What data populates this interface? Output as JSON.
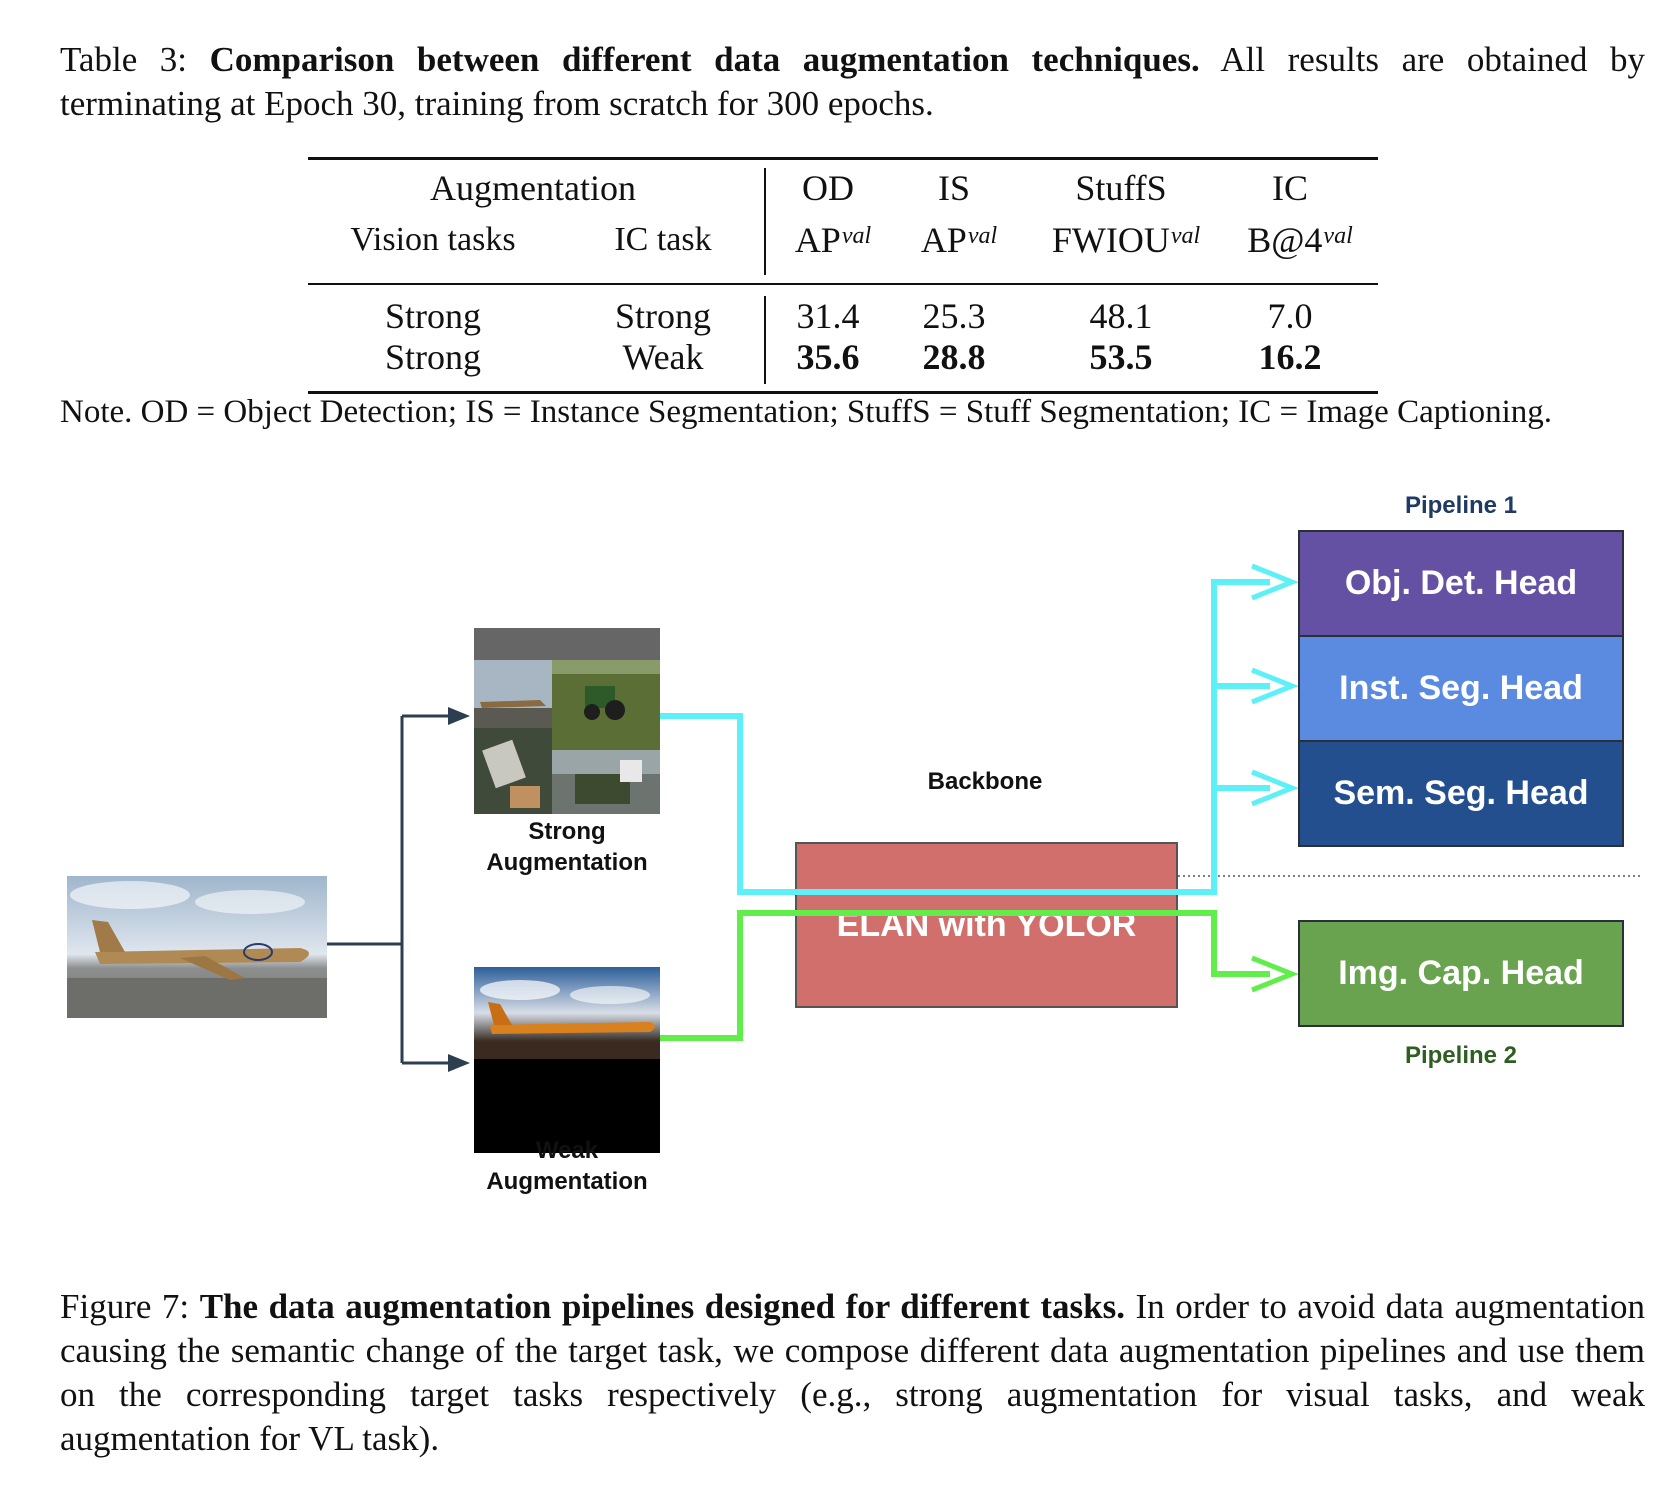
{
  "table_caption": {
    "label": "Table 3:",
    "bold": "Comparison between different data augmentation techniques.",
    "rest": "All results are obtained by terminating at Epoch 30, training from scratch for 300 epochs."
  },
  "table": {
    "group_header": "Augmentation",
    "sub_headers": [
      "Vision tasks",
      "IC task"
    ],
    "metric_groups": [
      "OD",
      "IS",
      "StuffS",
      "IC"
    ],
    "metrics": [
      {
        "base": "AP",
        "sup": "val"
      },
      {
        "base": "AP",
        "sup": "val"
      },
      {
        "base": "FWIOU",
        "sup": "val"
      },
      {
        "base": "B@4",
        "sup": "val"
      }
    ],
    "rows": [
      {
        "vision": "Strong",
        "ic": "Strong",
        "values": [
          "31.4",
          "25.3",
          "48.1",
          "7.0"
        ],
        "bold": false
      },
      {
        "vision": "Strong",
        "ic": "Weak",
        "values": [
          "35.6",
          "28.8",
          "53.5",
          "16.2"
        ],
        "bold": true
      }
    ],
    "note": "Note. OD = Object Detection; IS = Instance Segmentation; StuffS = Stuff Segmentation; IC = Image Captioning."
  },
  "figure": {
    "pipeline1_label": "Pipeline 1",
    "pipeline2_label": "Pipeline 2",
    "strong_label": [
      "Strong",
      "Augmentation"
    ],
    "weak_label": [
      "Weak",
      "Augmentation"
    ],
    "backbone_label": "Backbone",
    "backbone_text": "ELAN with YOLOR",
    "heads": [
      "Obj. Det. Head",
      "Inst. Seg. Head",
      "Sem. Seg. Head",
      "Img. Cap. Head"
    ],
    "colors": {
      "obj_det": "#6451a4",
      "inst_seg": "#5b8be0",
      "sem_seg": "#244f8f",
      "img_cap": "#6aa34f",
      "backbone": "#d16f6c",
      "pipeline1": "#1f3a63",
      "pipeline2": "#2e5e22",
      "cyan_arrow": "#5ef0f7",
      "green_arrow": "#62ee4a",
      "dark_arrow": "#2c3e50"
    }
  },
  "figure_caption": {
    "label": "Figure 7:",
    "bold": "The data augmentation pipelines designed for different tasks.",
    "rest": "In order to avoid data augmentation causing the semantic change of the target task, we compose different data augmentation pipelines and use them on the corresponding target tasks respectively (e.g., strong augmentation for visual tasks, and weak augmentation for VL task)."
  }
}
